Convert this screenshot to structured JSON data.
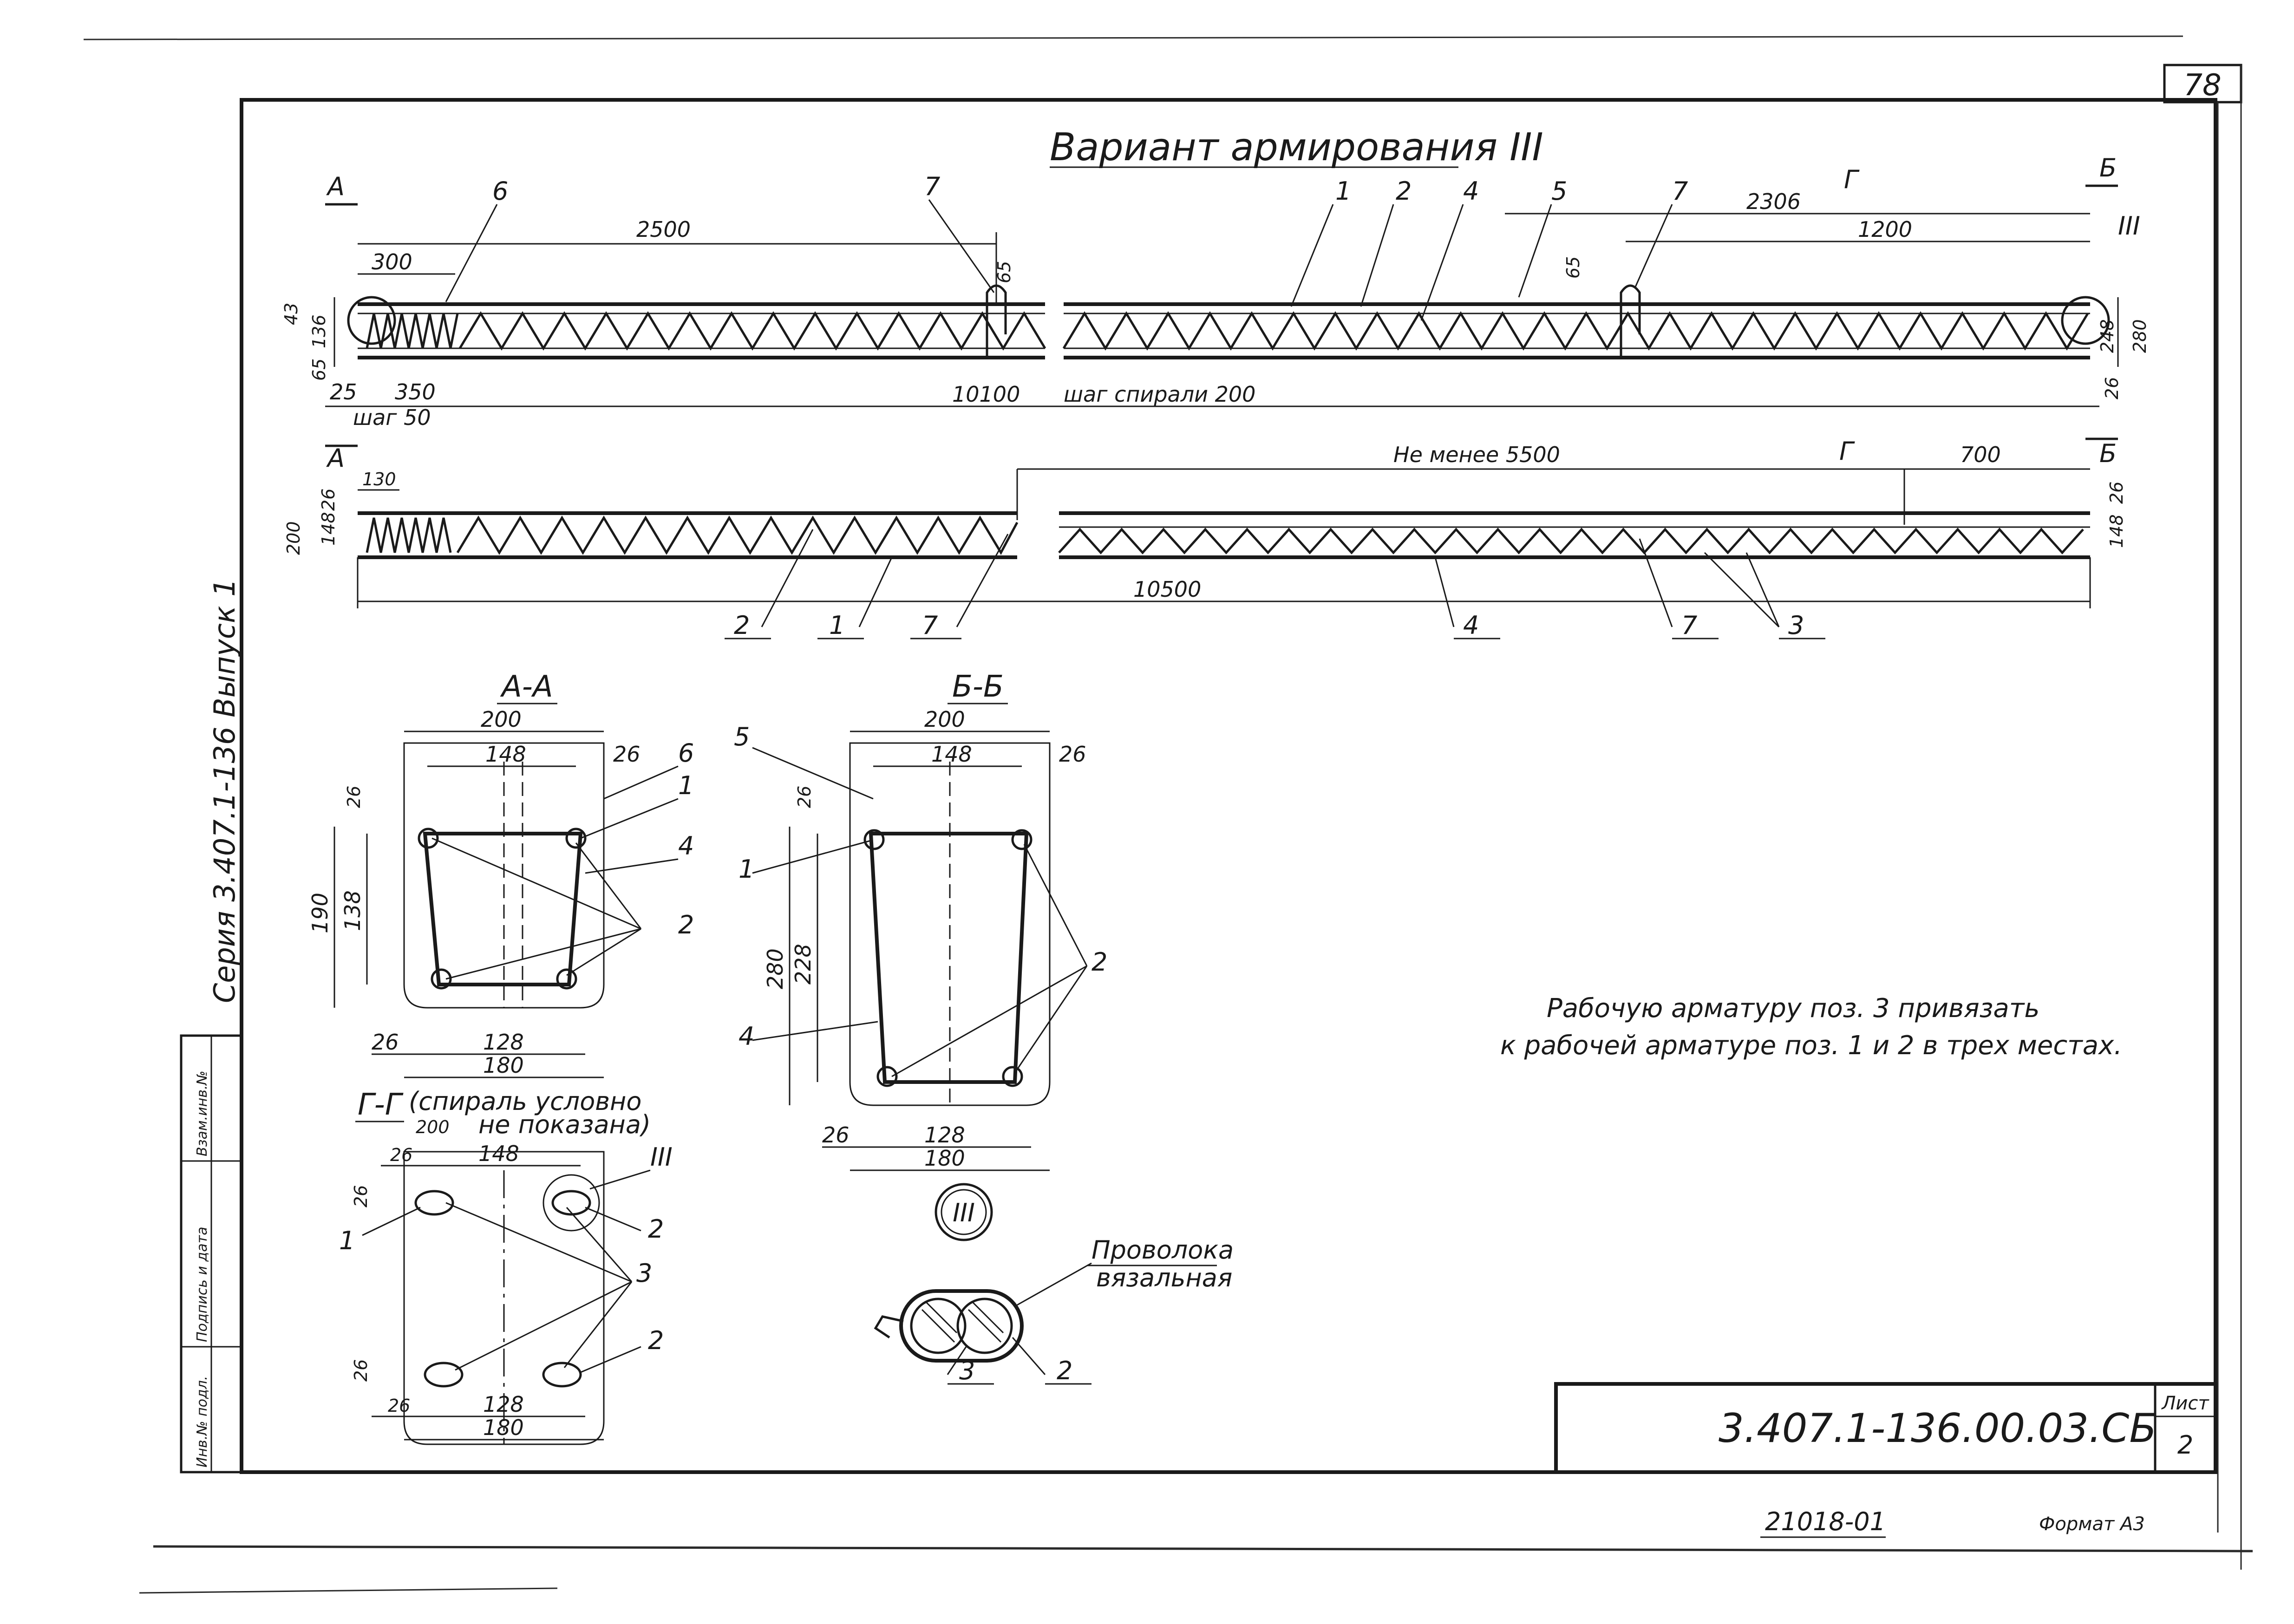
{
  "sheet_number_corner": "78",
  "title": "Вариант армирования III",
  "series_side": "Серия 3.407.1-136 Выпуск 1",
  "stamp_labels": [
    "Инв.№ подл.",
    "Подпись и дата",
    "Взам.инв.№"
  ],
  "elevation_top": {
    "section_marks": [
      "А",
      "Б",
      "Г",
      "III"
    ],
    "leaders": [
      "6",
      "7",
      "1",
      "2",
      "4",
      "5",
      "7"
    ],
    "dims": {
      "d2500": "2500",
      "d300": "300",
      "d65a": "65",
      "d65b": "65",
      "d2306": "2306",
      "d1200": "1200",
      "d25": "25",
      "d350": "350",
      "d10100": "10100",
      "step_spiral": "шаг спирали 200",
      "step50": "шаг 50",
      "h248": "248",
      "h280": "280",
      "h26": "26",
      "l43": "43",
      "l136": "136",
      "l65": "65"
    }
  },
  "elevation_bottom": {
    "section_marks": [
      "А",
      "Г",
      "Б"
    ],
    "leaders": [
      "2",
      "1",
      "7",
      "4",
      "7",
      "3"
    ],
    "dims": {
      "d130": "130",
      "min5500": "Не менее 5500",
      "d700": "700",
      "d10500": "10500",
      "h200": "200",
      "h26": "26",
      "h148": "148",
      "h26r": "26",
      "h148r": "148"
    }
  },
  "section_AA": {
    "title": "А-А",
    "dims": {
      "w200": "200",
      "w148": "148",
      "w26r": "26",
      "h26": "26",
      "h190": "190",
      "h138": "138",
      "b26": "26",
      "b128": "128",
      "b180": "180"
    },
    "leaders": [
      "6",
      "1",
      "4",
      "2"
    ]
  },
  "section_BB": {
    "title": "Б-Б",
    "dims": {
      "w200": "200",
      "w148": "148",
      "w26r": "26",
      "h26": "26",
      "h280": "280",
      "h228": "228",
      "b26": "26",
      "b128": "128",
      "b180": "180"
    },
    "leaders": [
      "5",
      "1",
      "4",
      "2"
    ]
  },
  "section_GG": {
    "title": "Г-Г",
    "subtitle_line1": "(спираль условно",
    "subtitle_line2": "не показана)",
    "dims": {
      "w200": "200",
      "w26": "26",
      "w148": "148",
      "h26t": "26",
      "h26b": "26",
      "b26": "26",
      "b128": "128",
      "b180": "180"
    },
    "leaders": [
      "III",
      "1",
      "2",
      "3",
      "2"
    ]
  },
  "detail_III": {
    "mark": "III",
    "wire_line1": "Проволока",
    "wire_line2": "вязальная",
    "leaders": [
      "3",
      "2"
    ]
  },
  "note_line1": "Рабочую арматуру поз. 3 привязать",
  "note_line2": "к рабочей арматуре поз. 1 и 2 в трех местах.",
  "title_block": {
    "code": "3.407.1-136.00.03.СБ",
    "sheet_label": "Лист",
    "sheet_value": "2"
  },
  "bottom_code": "21018-01",
  "format_label": "Формат А3"
}
